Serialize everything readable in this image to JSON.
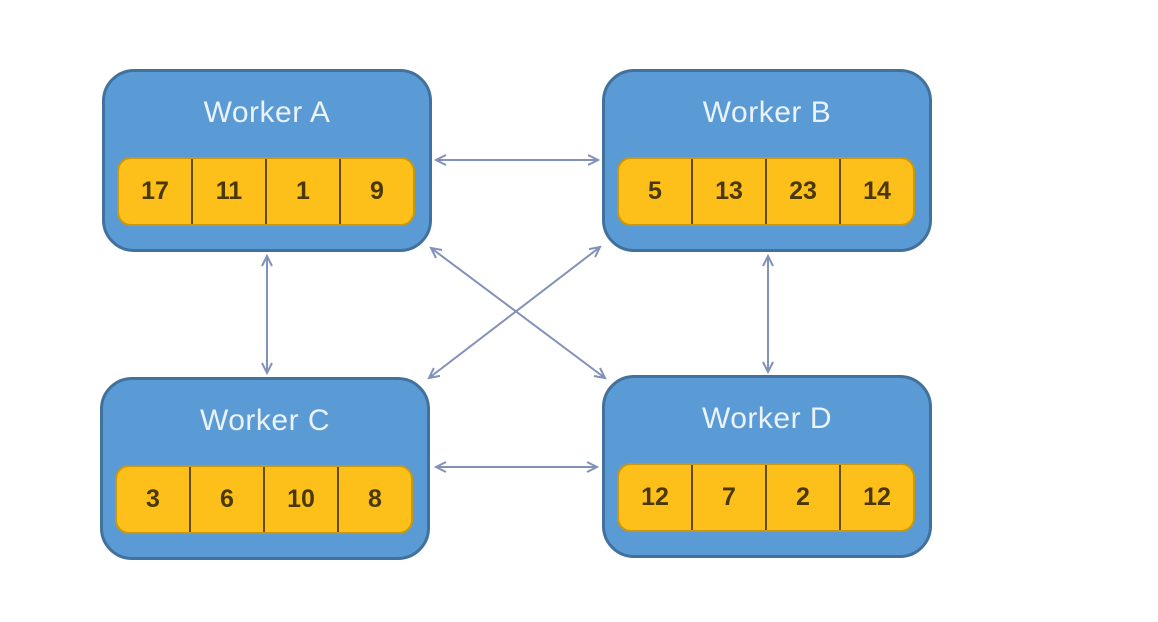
{
  "diagram": {
    "workers": [
      {
        "id": "A",
        "label": "Worker A",
        "queue": [
          17,
          11,
          1,
          9
        ]
      },
      {
        "id": "B",
        "label": "Worker B",
        "queue": [
          5,
          13,
          23,
          14
        ]
      },
      {
        "id": "C",
        "label": "Worker C",
        "queue": [
          3,
          6,
          10,
          8
        ]
      },
      {
        "id": "D",
        "label": "Worker D",
        "queue": [
          12,
          7,
          2,
          12
        ]
      }
    ],
    "connections": [
      {
        "from": "Worker A",
        "to": "Worker B",
        "bidirectional": true
      },
      {
        "from": "Worker A",
        "to": "Worker C",
        "bidirectional": true
      },
      {
        "from": "Worker A",
        "to": "Worker D",
        "bidirectional": true
      },
      {
        "from": "Worker B",
        "to": "Worker C",
        "bidirectional": true
      },
      {
        "from": "Worker B",
        "to": "Worker D",
        "bidirectional": true
      },
      {
        "from": "Worker C",
        "to": "Worker D",
        "bidirectional": true
      }
    ],
    "colors": {
      "background": "#ffffff",
      "box_fill": "#5b9bd5",
      "box_border": "#41719c",
      "title_text": "#eaf2fa",
      "cell_fill": "#fdc01a",
      "cell_border": "#c9980e",
      "cell_divider": "#5f4d08",
      "cell_text": "#4a3800",
      "arrow": "#8191b8"
    }
  }
}
